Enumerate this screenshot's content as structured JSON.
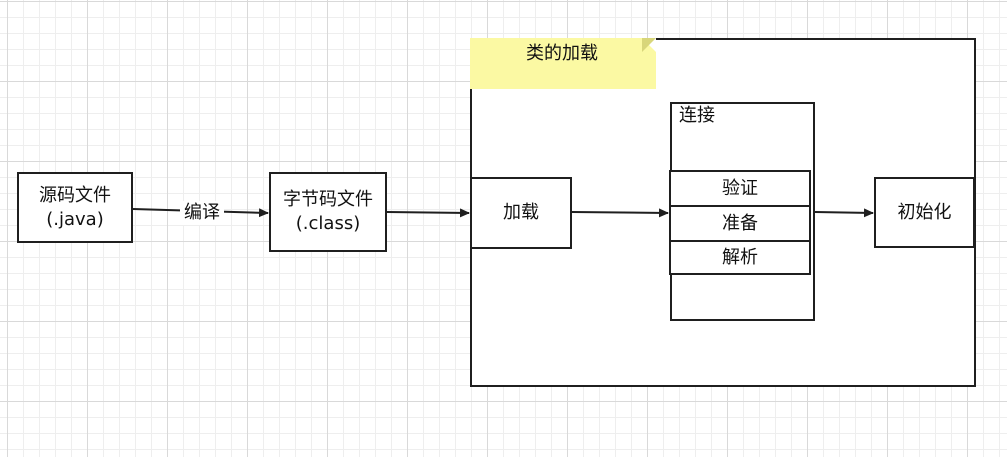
{
  "diagram": {
    "source_file": {
      "line1": "源码文件",
      "line2": "(.java)"
    },
    "compile_label": "编译",
    "bytecode_file": {
      "line1": "字节码文件",
      "line2": "(.class)"
    },
    "class_loading": {
      "note_label": "类的加载",
      "loading": "加载",
      "linking": {
        "title": "连接",
        "steps": [
          "验证",
          "准备",
          "解析"
        ]
      },
      "initialization": "初始化"
    },
    "colors": {
      "note_fill": "#fbf9a3",
      "stroke": "#1f1f1f",
      "grid": "#d9d9d9"
    }
  }
}
